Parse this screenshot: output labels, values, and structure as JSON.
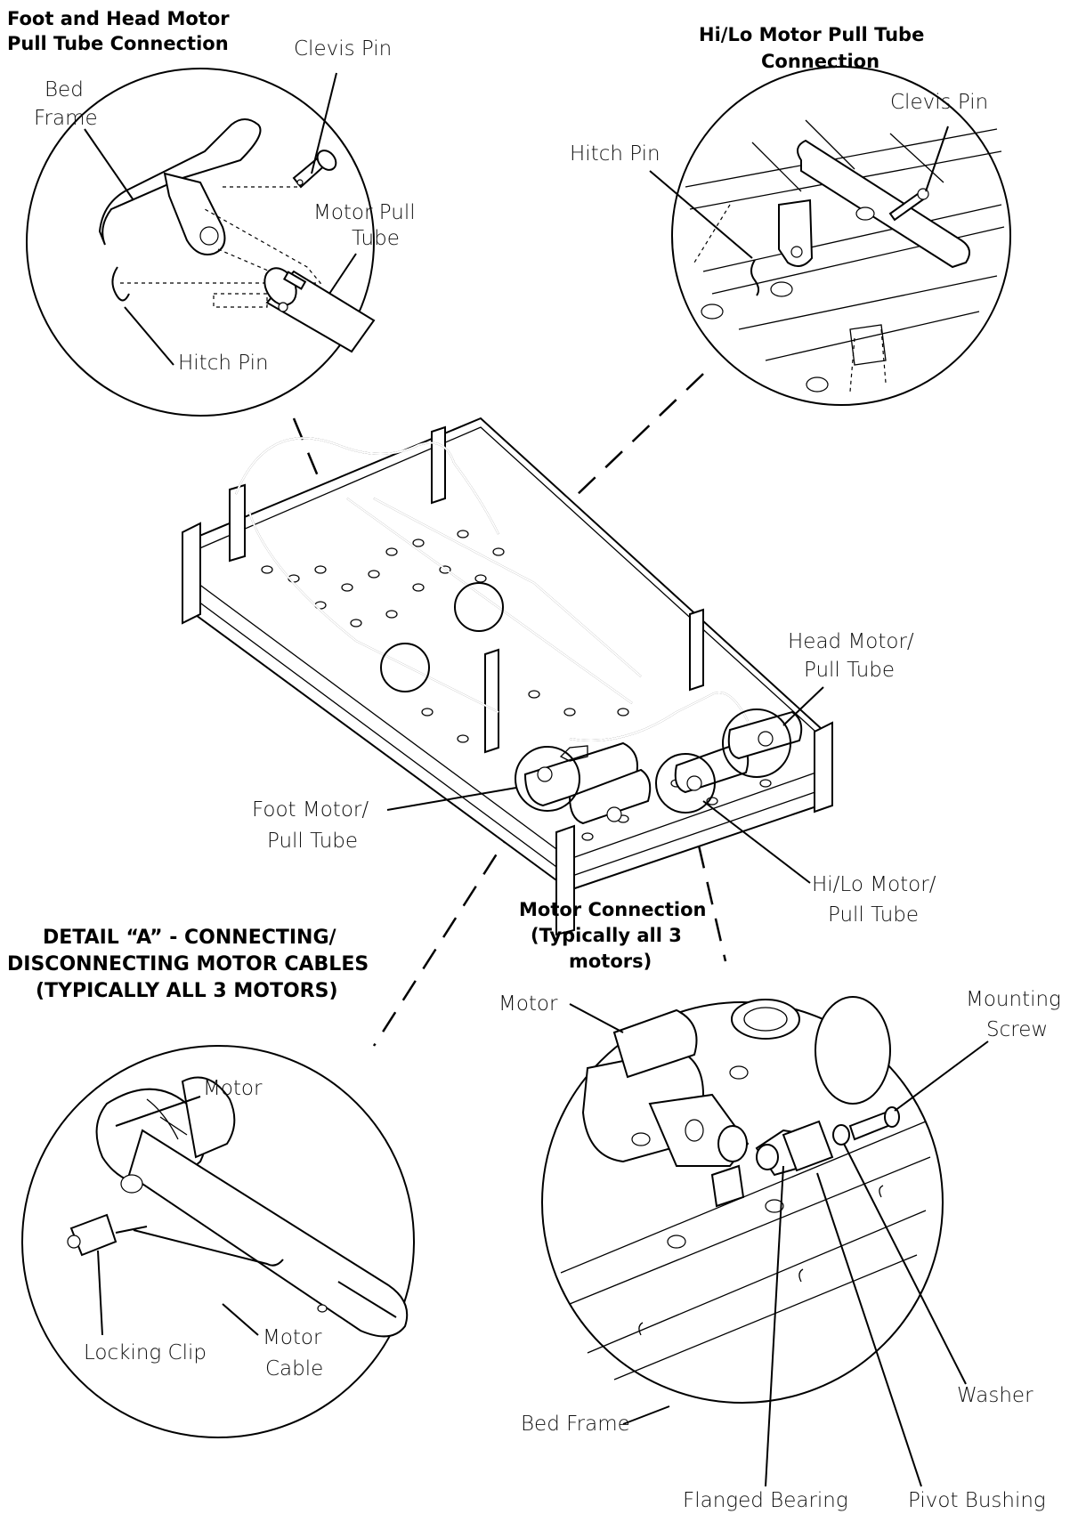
{
  "details": {
    "foot_head": {
      "title_line1": "Foot and Head Motor",
      "title_line2": "Pull Tube Connection",
      "bed_frame_1": "Bed",
      "bed_frame_2": "Frame",
      "clevis_pin": "Clevis Pin",
      "motor_pull_1": "Motor Pull",
      "motor_pull_2": "Tube",
      "hitch_pin": "Hitch Pin"
    },
    "hilo": {
      "title_line1": "Hi/Lo Motor Pull Tube",
      "title_line2": "Connection",
      "clevis_pin": "Clevis Pin",
      "hitch_pin": "Hitch Pin"
    },
    "main": {
      "head_motor_1": "Head Motor/",
      "head_motor_2": "Pull Tube",
      "foot_motor_1": "Foot Motor/",
      "foot_motor_2": "Pull Tube",
      "hilo_motor_1": "Hi/Lo Motor/",
      "hilo_motor_2": "Pull Tube"
    },
    "detail_a": {
      "title_line1": "DETAIL “A” - CONNECTING/",
      "title_line2": "DISCONNECTING MOTOR CABLES",
      "title_line3": "(TYPICALLY ALL 3 MOTORS)",
      "motor": "Motor",
      "locking_clip": "Locking Clip",
      "motor_cable_1": "Motor",
      "motor_cable_2": "Cable"
    },
    "motor_connection": {
      "title_line1": "Motor Connection",
      "title_line2": "(Typically all 3",
      "title_line3": "motors)",
      "motor": "Motor",
      "mounting_1": "Mounting",
      "mounting_2": "Screw",
      "washer": "Washer",
      "bed_frame": "Bed Frame",
      "flanged_bearing": "Flanged Bearing",
      "pivot_bushing": "Pivot Bushing"
    }
  }
}
